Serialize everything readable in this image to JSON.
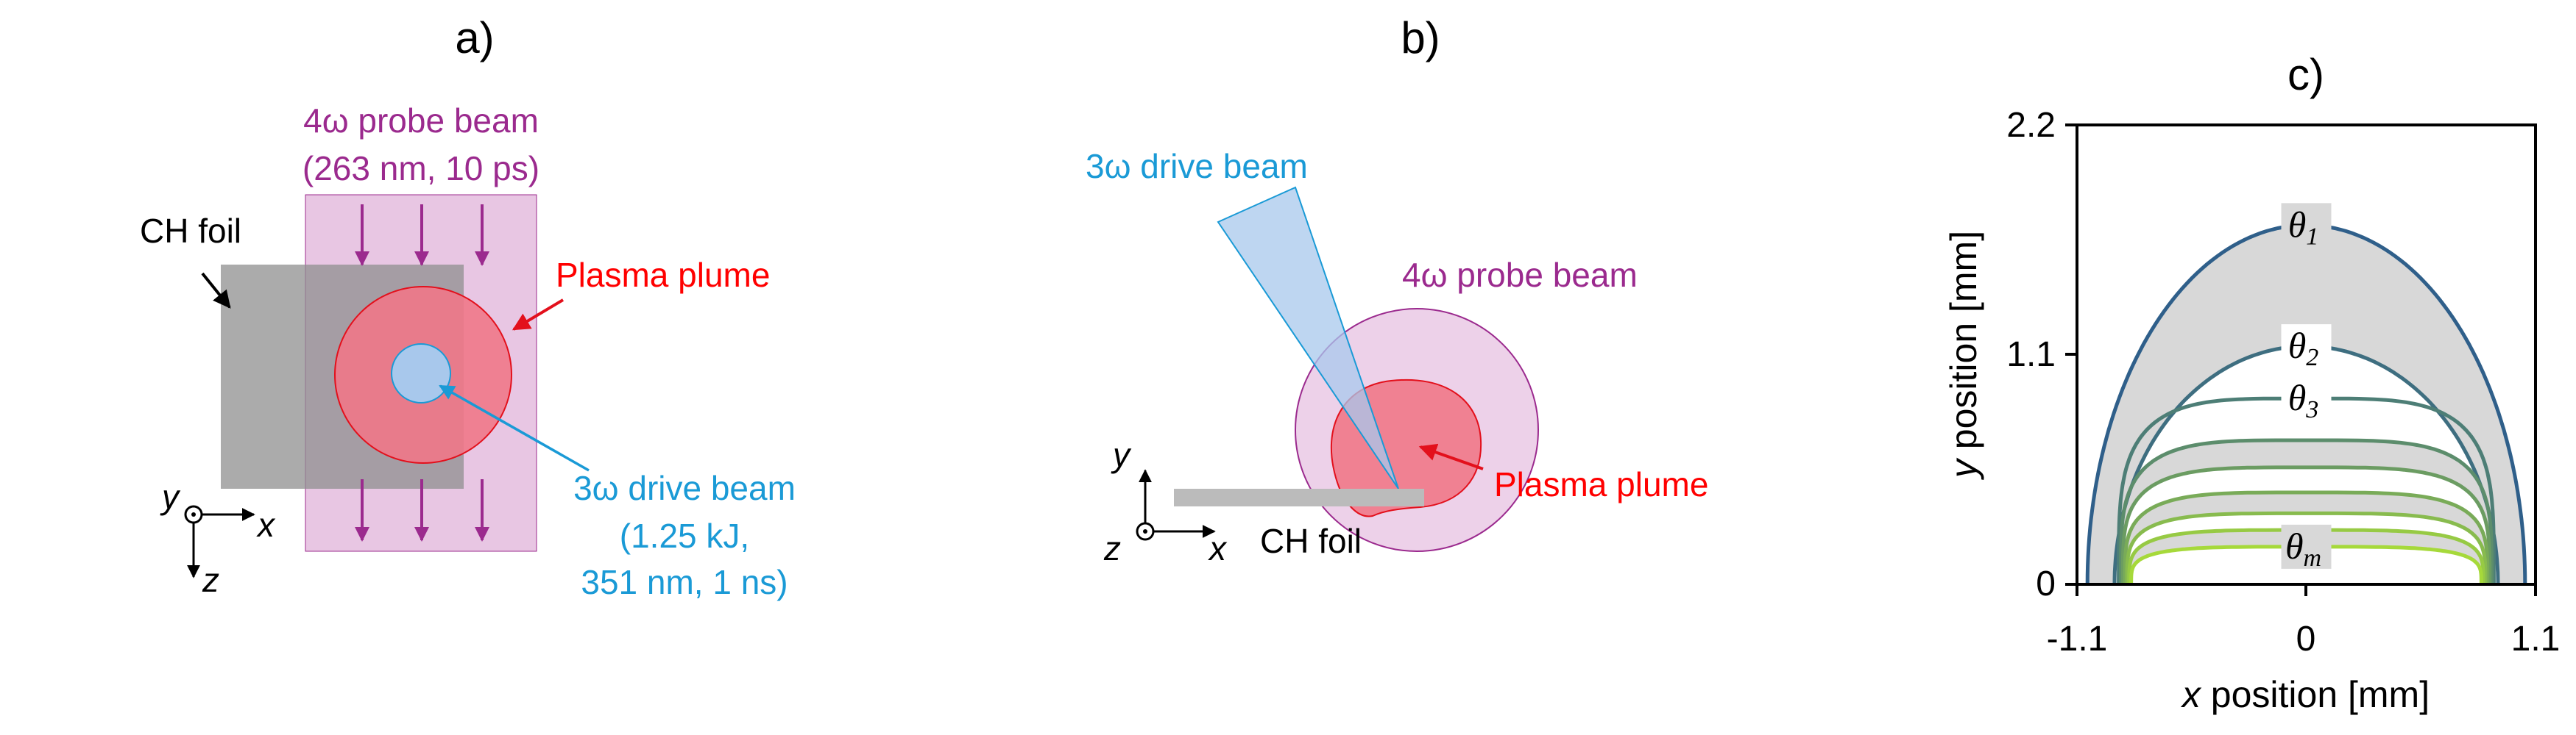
{
  "colors": {
    "probe": "#9b2a8e",
    "probe_fill": "#e8c6e3",
    "plasma": "#ff0000",
    "plasma_fill": "#f07888",
    "drive": "#1a9ad6",
    "drive_fill": "#a8c8ec",
    "foil": "#999999",
    "contour_outer": "#2f5f8a",
    "contour_inner": "#a6d93a"
  },
  "panel_a": {
    "label": "a)",
    "probe_title": "4ω probe beam",
    "probe_params": "(263 nm, 10 ps)",
    "foil_label": "CH foil",
    "plasma_label": "Plasma plume",
    "drive_title": "3ω drive beam",
    "drive_energy": "(1.25 kJ,",
    "drive_params": "351 nm, 1 ns)",
    "axis_y": "y",
    "axis_x": "x",
    "axis_z": "z"
  },
  "panel_b": {
    "label": "b)",
    "drive_label": "3ω drive beam",
    "probe_label": "4ω probe beam",
    "plasma_label": "Plasma plume",
    "foil_label": "CH foil",
    "axis_y": "y",
    "axis_x": "x",
    "axis_z": "z"
  },
  "panel_c": {
    "label": "c)",
    "xlabel_var": "x",
    "xlabel_rest": " position [mm]",
    "ylabel_var": "y",
    "ylabel_rest": " position [mm]",
    "xticks": [
      "-1.1",
      "0",
      "1.1"
    ],
    "yticks": [
      "0",
      "1.1",
      "2.2"
    ],
    "contour_labels": [
      "θ1",
      "θ2",
      "θ3",
      "θm"
    ],
    "contour_label_sym": "θ",
    "contour_label_subs": [
      "1",
      "2",
      "3",
      "m"
    ]
  },
  "chart_data": {
    "type": "contour",
    "title": "c)",
    "xlabel": "x position [mm]",
    "ylabel": "y position [mm]",
    "xlim": [
      -1.1,
      1.1
    ],
    "ylim": [
      0,
      2.2
    ],
    "contours": [
      {
        "name": "θ1",
        "peak_y": 1.72,
        "base_halfwidth": 1.05
      },
      {
        "name": "θ2",
        "peak_y": 1.14,
        "base_halfwidth": 0.92
      },
      {
        "name": "θ3",
        "peak_y": 0.89,
        "base_halfwidth": 0.9
      },
      {
        "name": "",
        "peak_y": 0.69,
        "base_halfwidth": 0.89
      },
      {
        "name": "",
        "peak_y": 0.56,
        "base_halfwidth": 0.88
      },
      {
        "name": "",
        "peak_y": 0.44,
        "base_halfwidth": 0.87
      },
      {
        "name": "",
        "peak_y": 0.34,
        "base_halfwidth": 0.86
      },
      {
        "name": "",
        "peak_y": 0.26,
        "base_halfwidth": 0.85
      },
      {
        "name": "θm",
        "peak_y": 0.18,
        "base_halfwidth": 0.84
      }
    ],
    "shaded_bands": [
      [
        0,
        1
      ],
      [
        3,
        4
      ],
      [
        5,
        6
      ],
      [
        7,
        8
      ]
    ]
  }
}
